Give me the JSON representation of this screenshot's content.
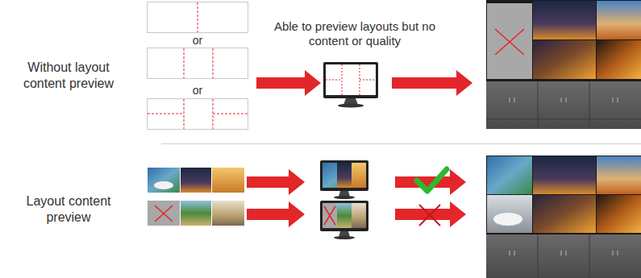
{
  "diagram": {
    "labels": [
      "Without layout content preview",
      "or",
      "or",
      "Able to preview layouts but no content or quality",
      "Layout content preview"
    ]
  }
}
